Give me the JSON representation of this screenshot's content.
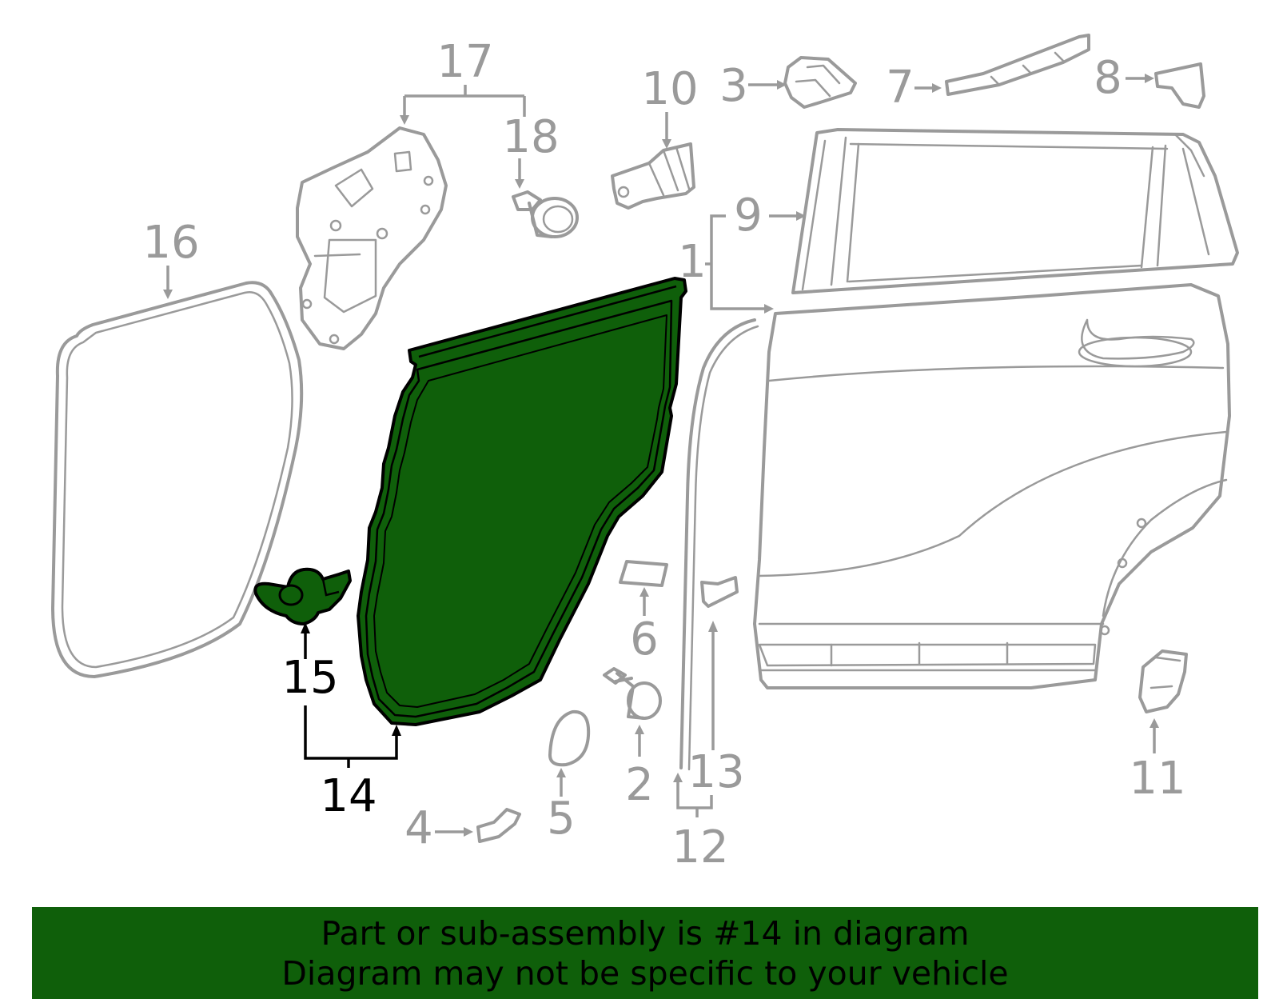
{
  "colors": {
    "highlight": "#0f5f0a",
    "line_gray": "#9a9a9a",
    "text_dark": "#000000"
  },
  "callouts": {
    "n1": "1",
    "n2": "2",
    "n3": "3",
    "n4": "4",
    "n5": "5",
    "n6": "6",
    "n7": "7",
    "n8": "8",
    "n9": "9",
    "n10": "10",
    "n11": "11",
    "n12": "12",
    "n13": "13",
    "n14": "14",
    "n15": "15",
    "n16": "16",
    "n17": "17",
    "n18": "18"
  },
  "highlighted_parts": [
    "14",
    "15"
  ],
  "banner": {
    "line1": "Part or sub-assembly is #14 in diagram",
    "line2": "Diagram may not be specific to your vehicle"
  }
}
